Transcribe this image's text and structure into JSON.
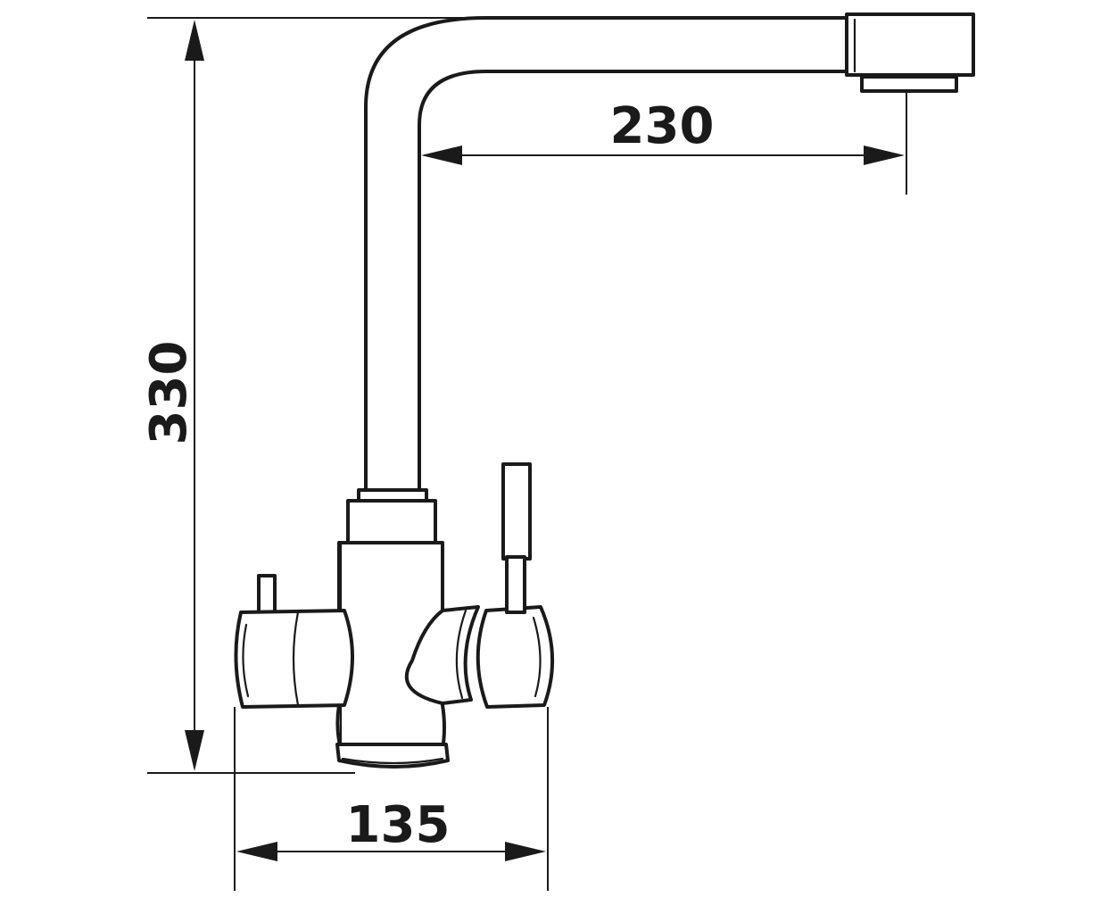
{
  "dimensions": {
    "height": "330",
    "spout_reach": "230",
    "base_width": "135"
  },
  "colors": {
    "line": "#1a1a1a",
    "background": "#ffffff"
  }
}
